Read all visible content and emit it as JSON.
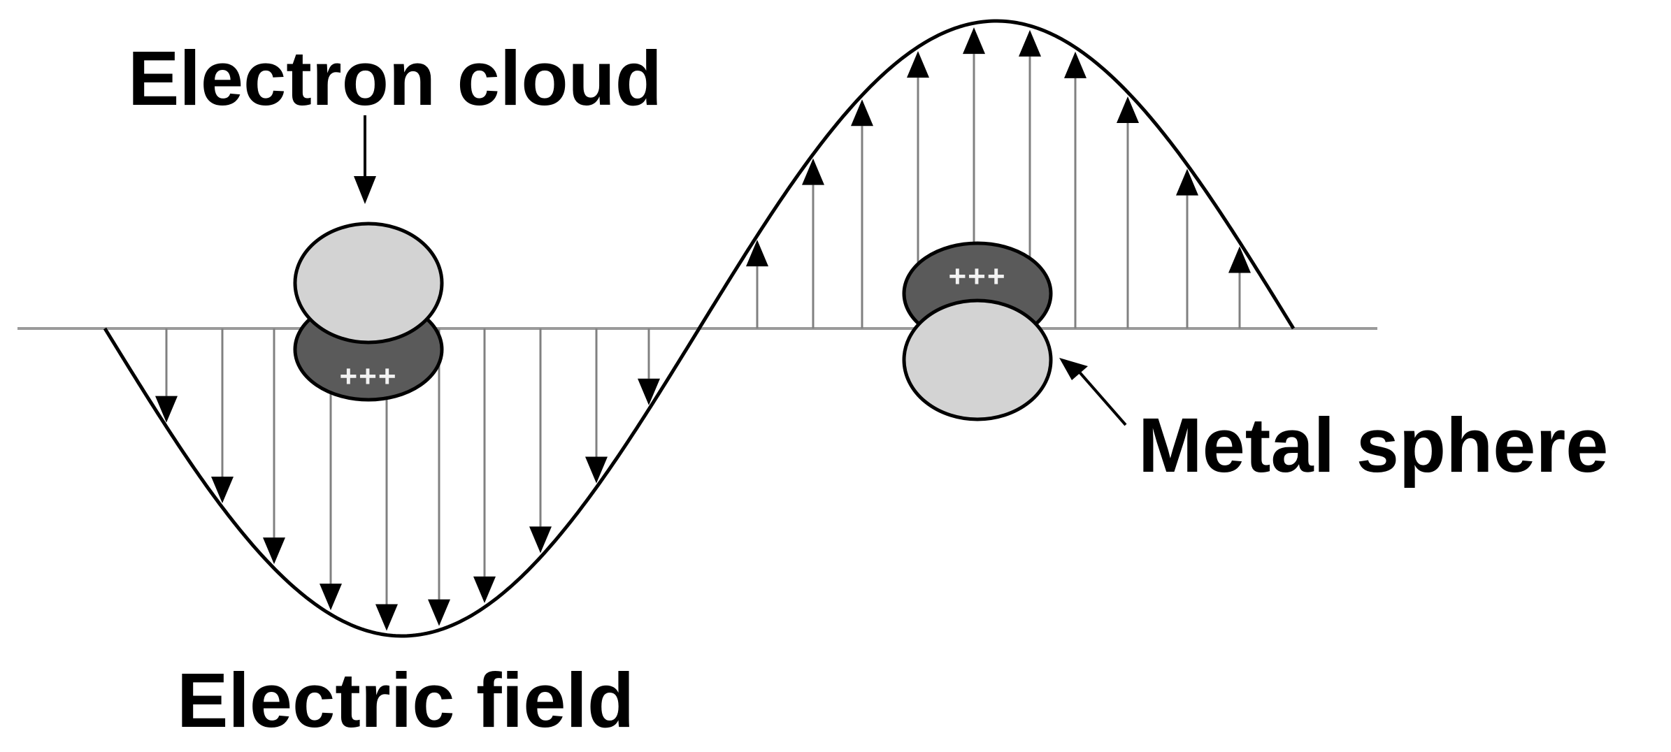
{
  "labels": {
    "electron_cloud": "Electron cloud",
    "metal_sphere": "Metal sphere",
    "electric_field": "Electric field"
  },
  "charges": {
    "left": "+++",
    "right": "+++"
  },
  "colors": {
    "cloud_fill": "#d3d3d3",
    "charge_fill": "#5a5a5a",
    "outline": "#000000",
    "axis": "#9a9a9a",
    "field_line": "#808080"
  }
}
